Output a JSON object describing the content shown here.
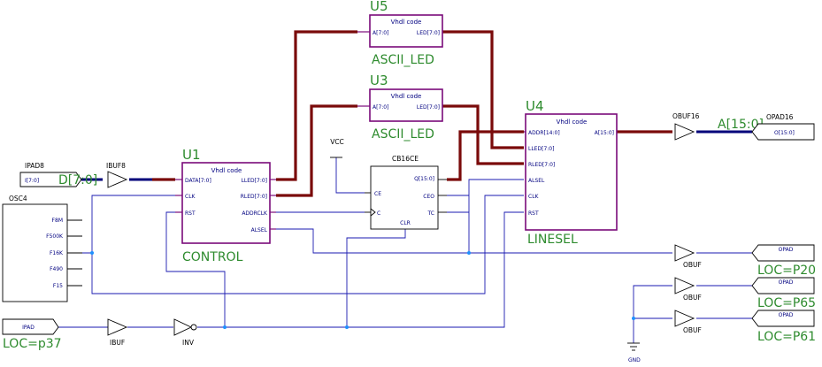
{
  "colors": {
    "component_border": "#7a0a7a",
    "bus": "#7a0a0a",
    "wire": "#1a1ab0",
    "label_green": "#2e8b2e",
    "pin_text": "#000080"
  },
  "components": {
    "u5": {
      "ref": "U5",
      "title": "Vhdl code",
      "pin_in": "A[7:0]",
      "pin_out": "LED[7:0]",
      "name": "ASCII_LED"
    },
    "u3": {
      "ref": "U3",
      "title": "Vhdl code",
      "pin_in": "A[7:0]",
      "pin_out": "LED[7:0]",
      "name": "ASCII_LED"
    },
    "u1": {
      "ref": "U1",
      "title": "Vhdl code",
      "pins_left": [
        "DATA[7:0]",
        "CLK",
        "RST"
      ],
      "pins_right": [
        "LLED[7:0]",
        "RLED[7:0]",
        "ADDRCLK",
        "ALSEL"
      ],
      "name": "CONTROL"
    },
    "u4": {
      "ref": "U4",
      "title": "Vhdl code",
      "pins_left": [
        "ADDR[14:0]",
        "LLED[7:0]",
        "RLED[7:0]",
        "ALSEL",
        "CLK",
        "RST"
      ],
      "pin_out": "A[15:0]",
      "name": "LINESEL"
    },
    "counter": {
      "title": "CB16CE",
      "pins_left": [
        "CE",
        "C"
      ],
      "pins_right": [
        "Q[15:0]",
        "CEO",
        "TC"
      ],
      "pin_bottom": "CLR"
    },
    "osc": {
      "title": "OSC4",
      "outputs": [
        "F8M",
        "F500K",
        "F16K",
        "F490",
        "F15"
      ]
    }
  },
  "io": {
    "ipad8": {
      "title": "IPAD8",
      "pin": "I[7:0]"
    },
    "ibuf8": {
      "title": "IBUF8"
    },
    "bus_d": "D[7:0]",
    "opad16": {
      "title": "OPAD16",
      "pin": "O[15:0]"
    },
    "obuf16": {
      "title": "OBUF16"
    },
    "bus_a": "A[15:0]",
    "ipad": {
      "title": "IPAD",
      "loc": "LOC=p37"
    },
    "ibuf": "IBUF",
    "inv": "INV",
    "vcc": "VCC",
    "gnd": "GND",
    "obufs": [
      "OBUF",
      "OBUF",
      "OBUF"
    ],
    "opads": [
      {
        "title": "OPAD",
        "loc": "LOC=P20"
      },
      {
        "title": "OPAD",
        "loc": "LOC=P65"
      },
      {
        "title": "OPAD",
        "loc": "LOC=P61"
      }
    ]
  }
}
